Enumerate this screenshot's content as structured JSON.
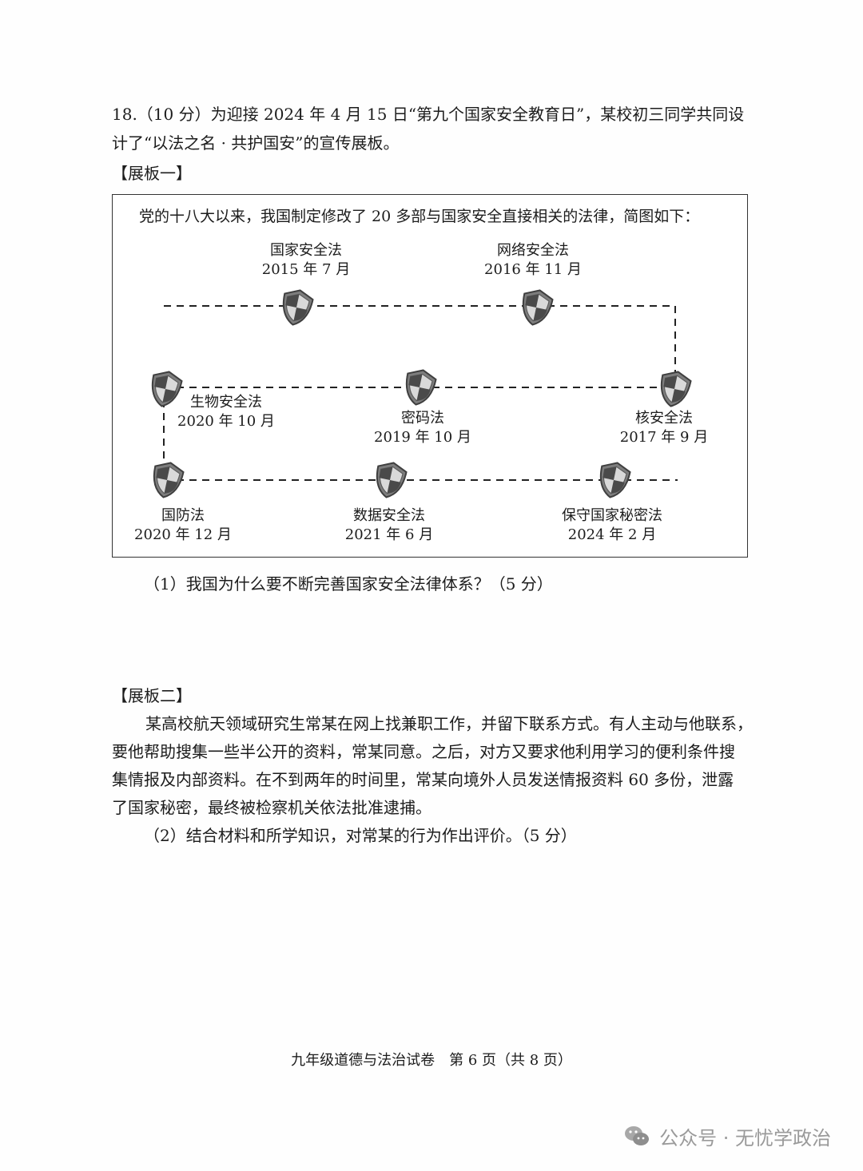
{
  "question": {
    "line1": "18.（10 分）为迎接 2024 年 4 月 15 日“第九个国家安全教育日”，某校初三同学共同设",
    "line2": "计了“以法之名 · 共护国安”的宣传展板。"
  },
  "panel1": {
    "heading": "【展板一】",
    "intro": "党的十八大以来，我国制定修改了 20 多部与国家安全直接相关的法律，简图如下：",
    "laws": [
      {
        "name": "国家安全法",
        "date": "2015 年 7 月"
      },
      {
        "name": "网络安全法",
        "date": "2016 年 11 月"
      },
      {
        "name": "生物安全法",
        "date": "2020 年 10 月"
      },
      {
        "name": "密码法",
        "date": "2019 年 10 月"
      },
      {
        "name": "核安全法",
        "date": "2017 年 9 月"
      },
      {
        "name": "国防法",
        "date": "2020 年 12 月"
      },
      {
        "name": "数据安全法",
        "date": "2021 年 6 月"
      },
      {
        "name": "保守国家秘密法",
        "date": "2024 年 2 月"
      }
    ],
    "q1": "（1）我国为什么要不断完善国家安全法律体系？（5 分）"
  },
  "panel2": {
    "heading": "【展板二】",
    "para": [
      "某高校航天领域研究生常某在网上找兼职工作，并留下联系方式。有人主动与他联系，",
      "要他帮助搜集一些半公开的资料，常某同意。之后，对方又要求他利用学习的便利条件搜",
      "集情报及内部资料。在不到两年的时间里，常某向境外人员发送情报资料 60 多份，泄露",
      "了国家秘密，最终被检察机关依法批准逮捕。"
    ],
    "q2": "（2）结合材料和所学知识，对常某的行为作出评价。（5 分）"
  },
  "footer": "九年级道德与法治试卷　第 6 页（共 8 页）",
  "watermark": "公众号 · 无忧学政治",
  "icons": {
    "shield": "shield-icon",
    "wechat": "wechat-logo-icon"
  }
}
